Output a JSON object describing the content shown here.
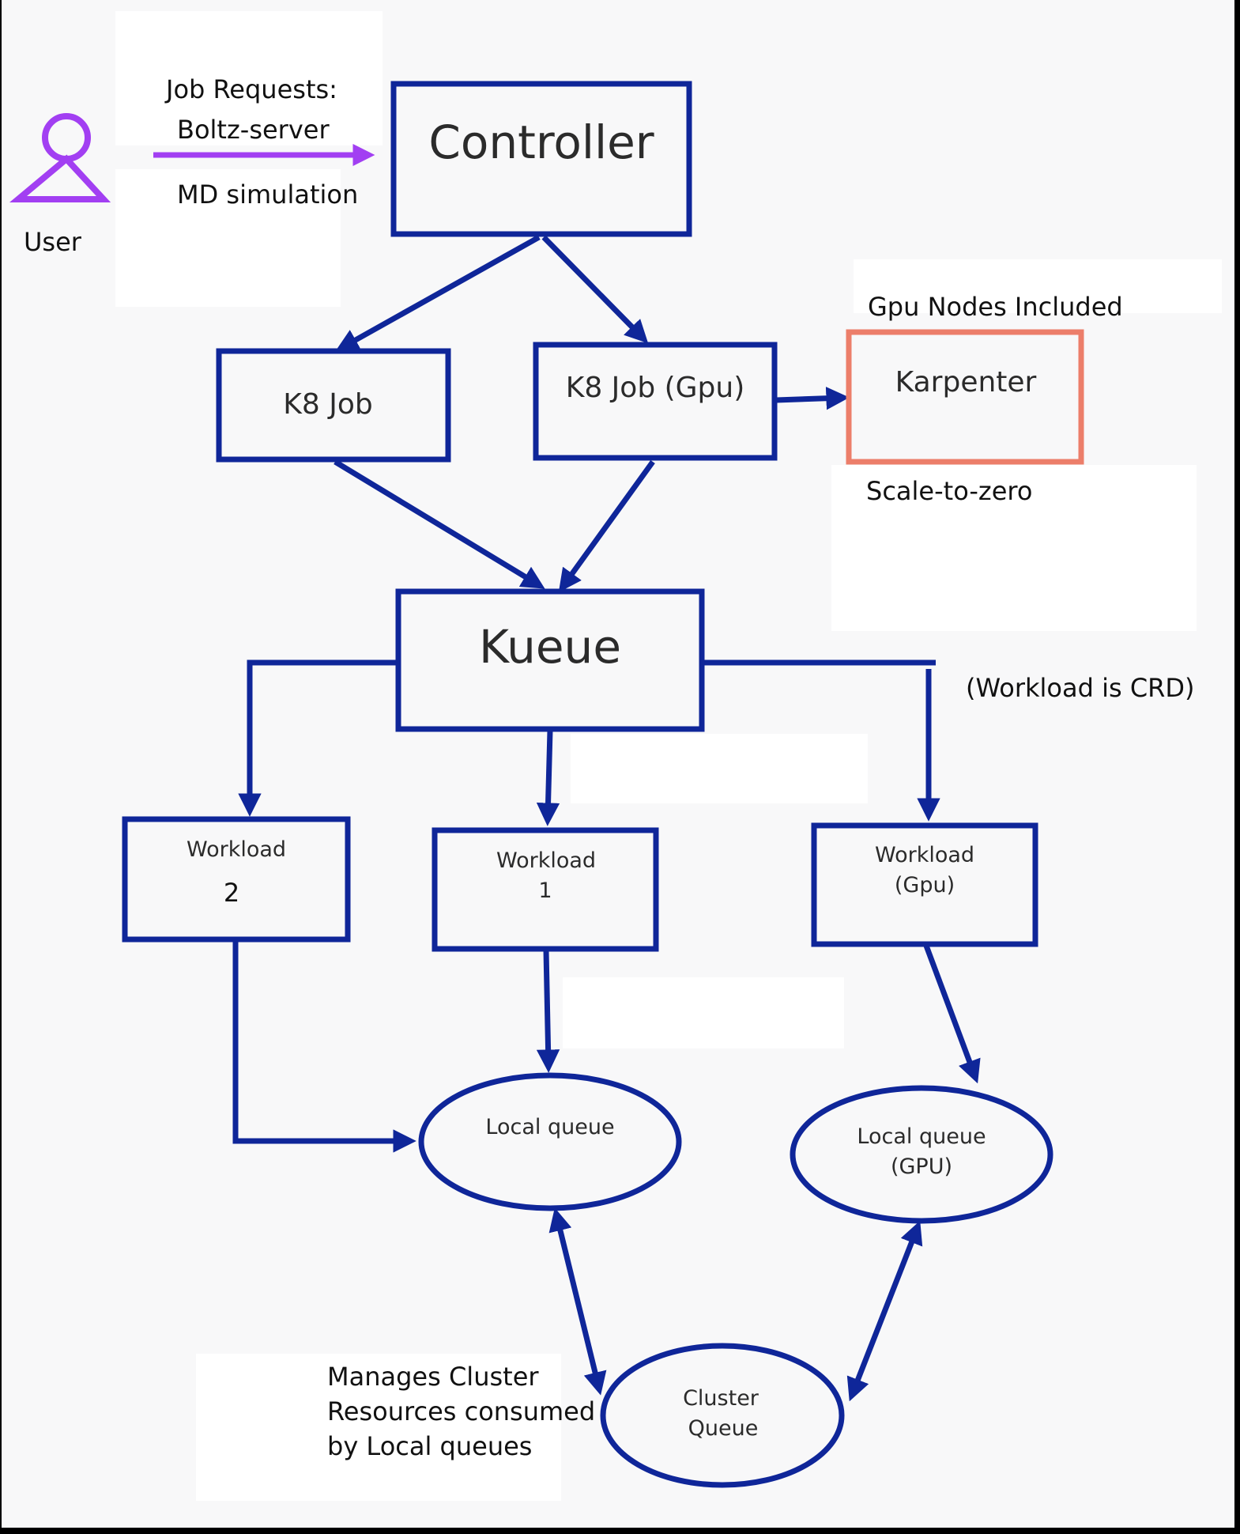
{
  "colors": {
    "background": "#f8f8f9",
    "border": "#0f2699",
    "arrow": "#0f2699",
    "user_accent": "#a23ff2",
    "karpenter_border": "#ec7e6a",
    "text": "#111111"
  },
  "user": {
    "icon": "person-icon",
    "label": "User"
  },
  "job_requests": {
    "line1": "Job Requests:",
    "line2": "Boltz-server",
    "line3": "MD simulation"
  },
  "nodes": {
    "controller": "Controller",
    "k8_job": "K8 Job",
    "k8_job_gpu": "K8 Job (Gpu)",
    "karpenter": "Karpenter",
    "kueue": "Kueue",
    "workload_2": {
      "line1": "Workload",
      "line2": "2"
    },
    "workload_1": {
      "line1": "Workload",
      "line2": "1"
    },
    "workload_gpu": {
      "line1": "Workload",
      "line2": "(Gpu)"
    },
    "local_queue": "Local queue",
    "local_queue_gpu": {
      "line1": "Local queue",
      "line2": "(GPU)"
    },
    "cluster_queue": {
      "line1": "Cluster",
      "line2": "Queue"
    }
  },
  "annotations": {
    "gpu_nodes": "Gpu Nodes Included",
    "scale_to_zero": "Scale-to-zero",
    "workload_crd": "(Workload is CRD)",
    "cluster_manage": {
      "line1": "Manages Cluster",
      "line2": "Resources consumed",
      "line3": "by Local queues"
    }
  }
}
